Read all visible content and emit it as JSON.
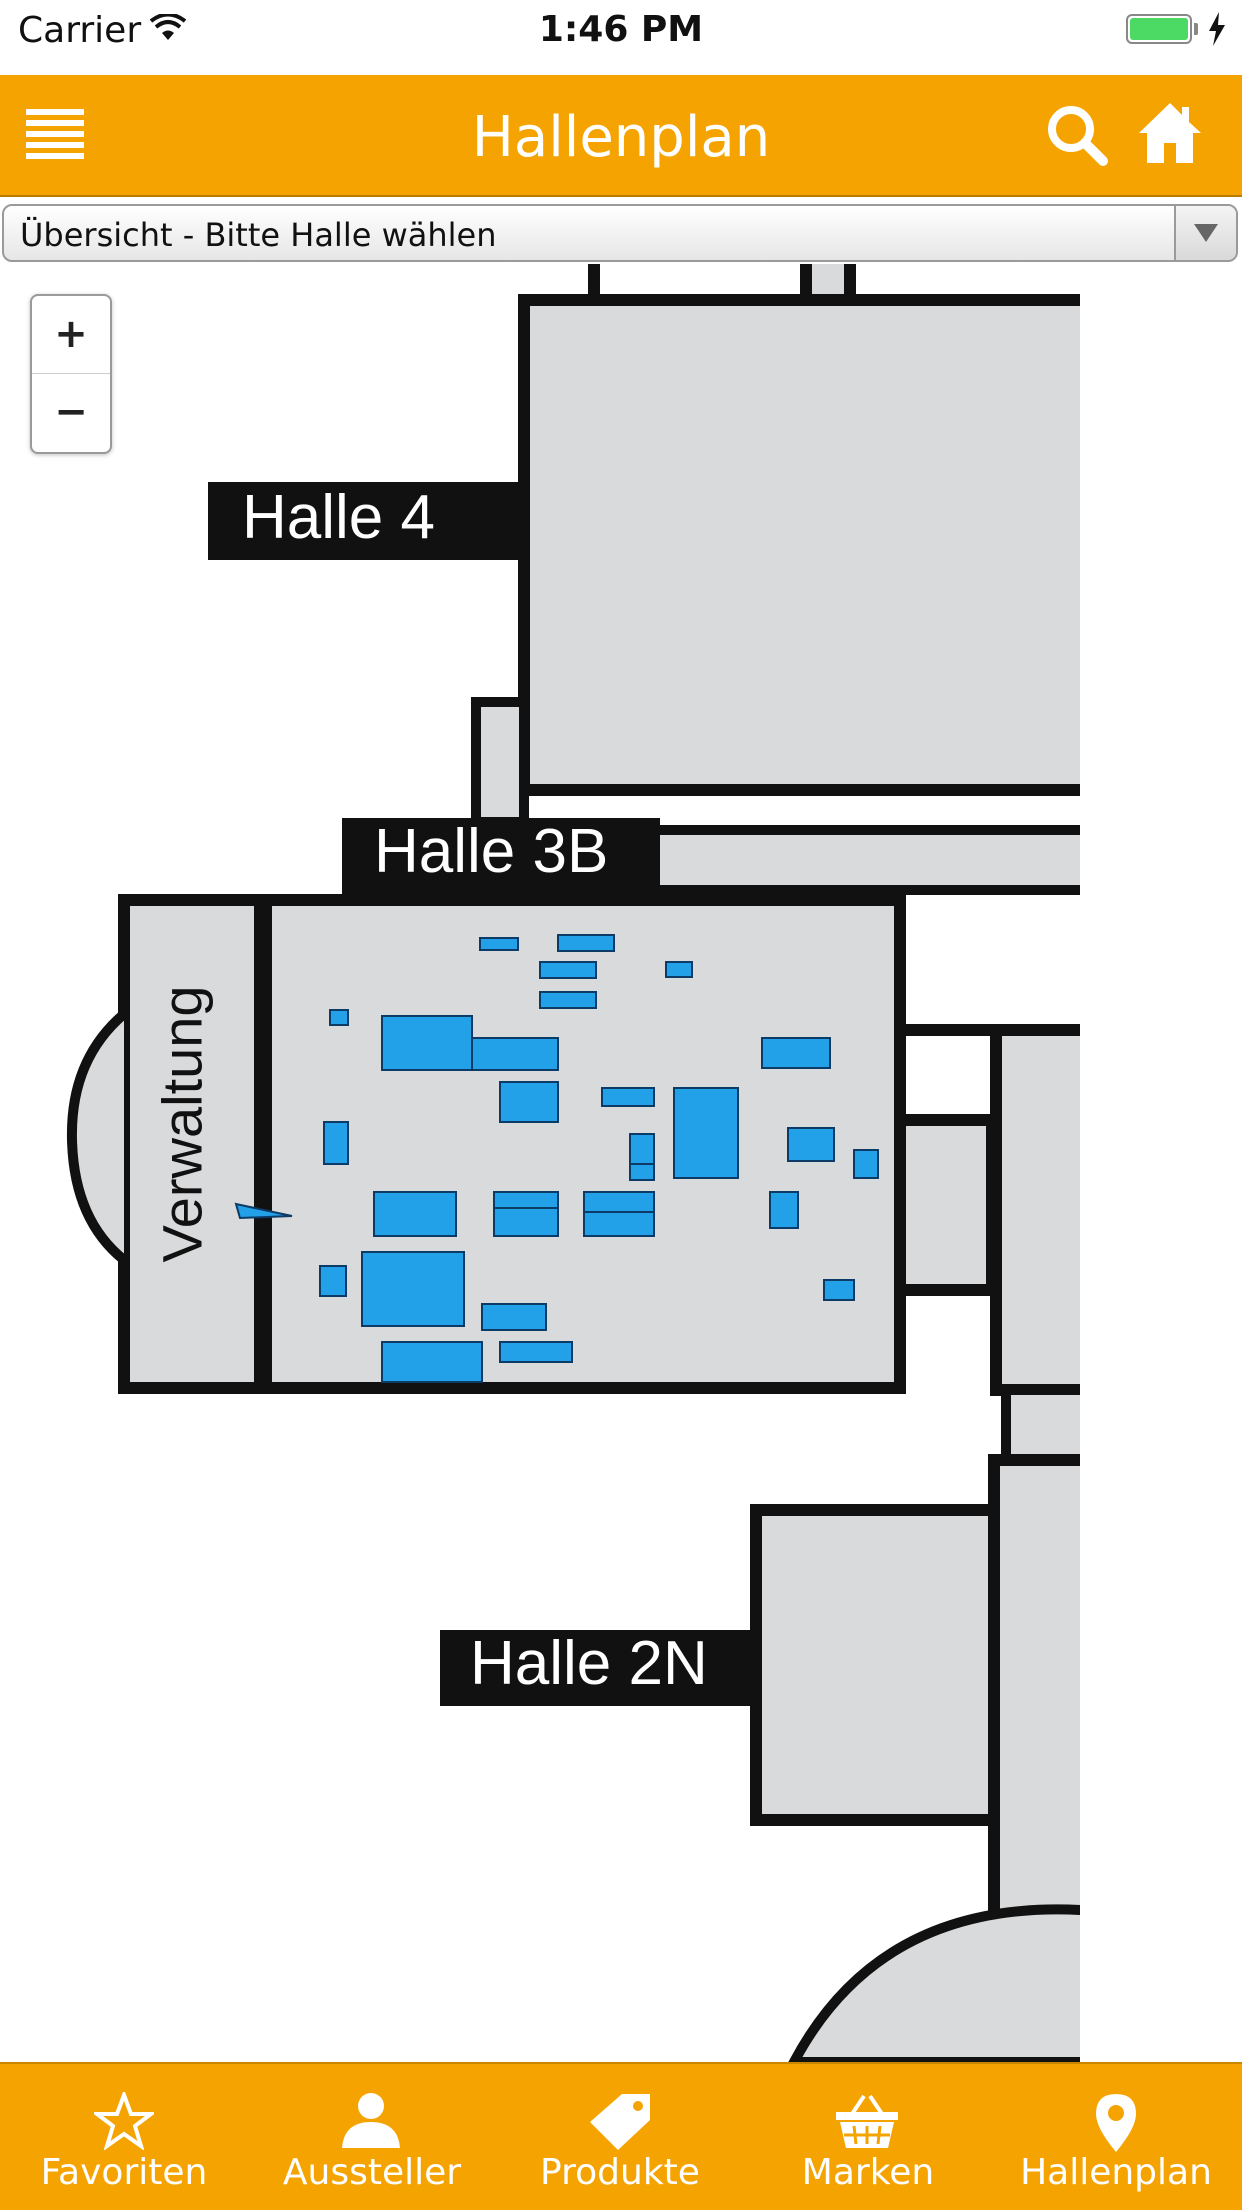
{
  "status": {
    "carrier": "Carrier",
    "time": "1:46 PM"
  },
  "nav": {
    "title": "Hallenplan",
    "menu_icon": "hamburger-menu-icon",
    "search_icon": "search-icon",
    "home_icon": "home-icon"
  },
  "hall_select": {
    "selected": "Übersicht - Bitte Halle wählen"
  },
  "map": {
    "zoom_in": "+",
    "zoom_out": "−",
    "halls": [
      "Halle 4",
      "Halle 3B",
      "Halle 2N"
    ],
    "building_label": "Verwaltung"
  },
  "colors": {
    "accent": "#f5a300",
    "booth": "#22a0e8",
    "hall_fill": "#d9dadc"
  },
  "tabs": [
    {
      "label": "Favoriten",
      "icon": "star-icon"
    },
    {
      "label": "Aussteller",
      "icon": "person-icon"
    },
    {
      "label": "Produkte",
      "icon": "tag-icon"
    },
    {
      "label": "Marken",
      "icon": "basket-icon"
    },
    {
      "label": "Hallenplan",
      "icon": "location-pin-icon"
    }
  ]
}
